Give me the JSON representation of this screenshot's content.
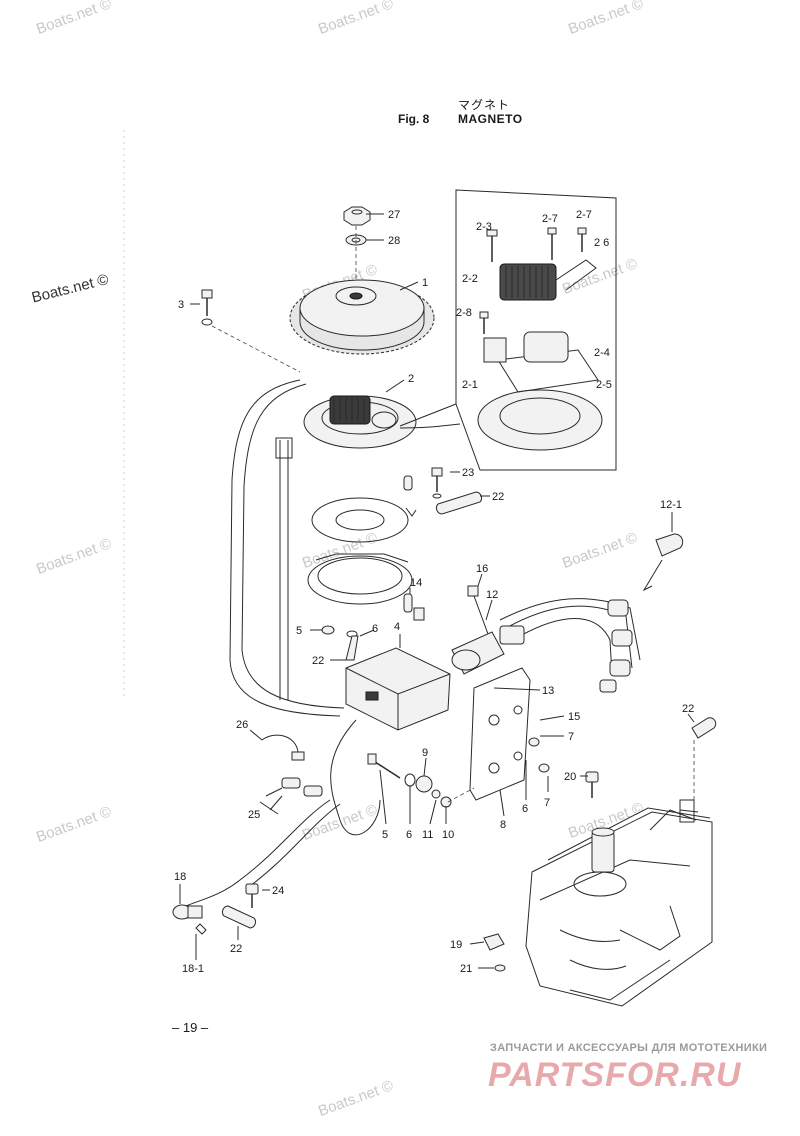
{
  "title": {
    "japanese": "マグネト",
    "figure": "Fig. 8",
    "name": "MAGNETO"
  },
  "watermarks": [
    {
      "id": "wm-1",
      "text": "Boats.net ©"
    },
    {
      "id": "wm-2",
      "text": "Boats.net ©"
    },
    {
      "id": "wm-3",
      "text": "Boats.net ©"
    },
    {
      "id": "wm-4",
      "text": "Boats.net ©"
    },
    {
      "id": "wm-5",
      "text": "Boats.net ©"
    },
    {
      "id": "wm-6",
      "text": "Boats.net ©"
    },
    {
      "id": "wm-7",
      "text": "Boats.net ©"
    },
    {
      "id": "wm-8",
      "text": "Boats.net ©"
    },
    {
      "id": "wm-9",
      "text": "Boats.net ©"
    },
    {
      "id": "wm-10",
      "text": "Boats.net ©"
    },
    {
      "id": "wm-11",
      "text": "Boats.net ©"
    },
    {
      "id": "wm-12",
      "text": "Boats.net ©"
    }
  ],
  "watermark_dark": "Boats.net ©",
  "callouts": [
    "27",
    "28",
    "1",
    "3",
    "2",
    "2-3",
    "2-7",
    "2-7",
    "2 6",
    "2-2",
    "2-8",
    "2-4",
    "2-1",
    "2-5",
    "23",
    "22",
    "12-1",
    "16",
    "14",
    "12",
    "5",
    "6",
    "4",
    "22",
    "13",
    "15",
    "7",
    "26",
    "9",
    "20",
    "7",
    "25",
    "5",
    "6",
    "11",
    "10",
    "8",
    "6",
    "22",
    "18",
    "24",
    "22",
    "18-1",
    "19",
    "21"
  ],
  "page_number": "– 19 –",
  "brand": {
    "tagline": "ЗАПЧАСТИ И АКСЕССУАРЫ ДЛЯ МОТОТЕХНИКИ",
    "logo": "PARTSFOR.RU"
  },
  "colors": {
    "ink": "#1a1a1a",
    "watermark": "#c9c9c9",
    "brand_logo": "#e8a9ad",
    "brand_tagline": "#9a9a9a"
  }
}
